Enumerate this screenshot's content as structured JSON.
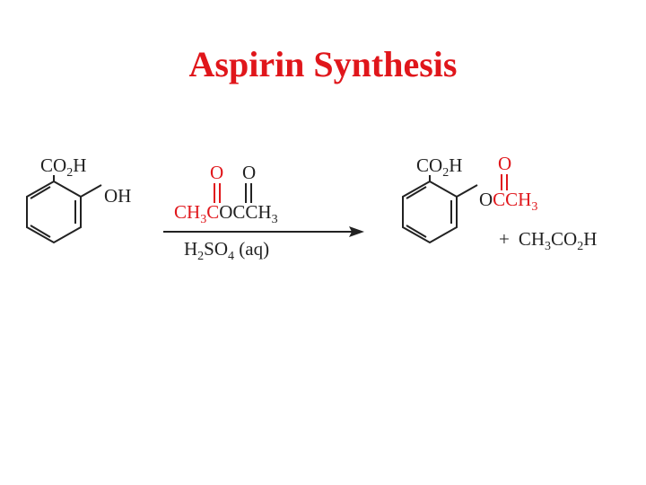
{
  "slide": {
    "title": "Aspirin Synthesis",
    "title_color": "#e0161b",
    "accent_color": "#e0161b",
    "ink_color": "#222222"
  },
  "reactant": {
    "carboxyl": {
      "main": "CO",
      "sub": "2",
      "end": "H"
    },
    "hydroxyl": "OH"
  },
  "reagent": {
    "carbonyl_o_1": "O",
    "carbonyl_o_2": "O",
    "anhydride": {
      "a": "CH",
      "a_sub": "3",
      "b": "C",
      "c": "OC",
      "d": "CH",
      "d_sub": "3"
    }
  },
  "conditions": {
    "a": "H",
    "a_sub": "2",
    "b": "SO",
    "b_sub": "4",
    "c": " (aq)"
  },
  "product": {
    "carboxyl": {
      "main": "CO",
      "sub": "2",
      "end": "H"
    },
    "carbonyl_o": "O",
    "ester": {
      "a": "O",
      "b": "CCH",
      "b_sub": "3"
    }
  },
  "byproduct": {
    "plus": "+",
    "a": "CH",
    "a_sub": "3",
    "b": "CO",
    "b_sub": "2",
    "c": "H"
  }
}
